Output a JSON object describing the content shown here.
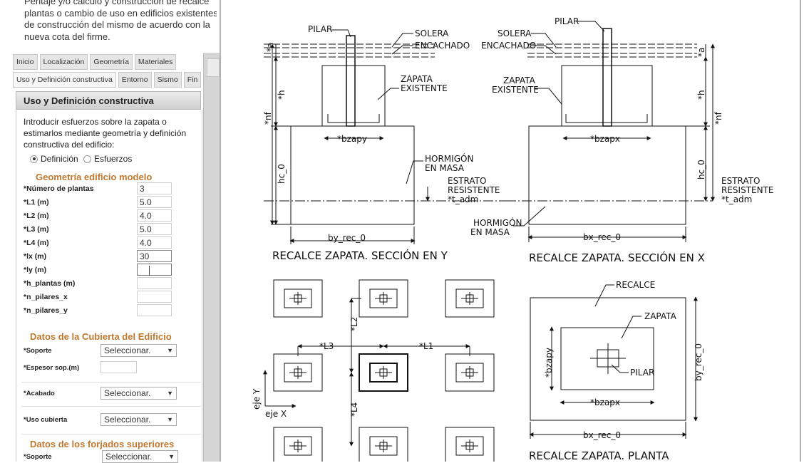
{
  "intro": {
    "lines": [
      "Peritaje y/o cálculo y construcción de recalce",
      "plantas o cambio de uso en edificios existentes",
      "de construcción del mismo de acuerdo con la",
      "nueva cota del firme."
    ]
  },
  "tabs": {
    "row1": [
      "Inicio",
      "Localización",
      "Geometría",
      "Materiales"
    ],
    "row2": [
      "Uso y Definición constructiva",
      "Entorno",
      "Sismo",
      "Fin"
    ]
  },
  "panel": {
    "title": "Uso y Definición constructiva",
    "description": "Introducir esfuerzos sobre la zapata o estimarlos mediante geometría y definición constructiva del edificio:",
    "radio_definicion": "Definición",
    "radio_esfuerzos": "Esfuerzos",
    "selected_mode": "Definición"
  },
  "geometria": {
    "title": "Geometría edificio modelo",
    "fields": [
      {
        "label": "*Número de plantas",
        "value": "3"
      },
      {
        "label": "*L1 (m)",
        "value": "5.0"
      },
      {
        "label": "*L2 (m)",
        "value": "4.0"
      },
      {
        "label": "*L3 (m)",
        "value": "5.0"
      },
      {
        "label": "*L4 (m)",
        "value": "4.0"
      },
      {
        "label": "*lx (m)",
        "value": "30"
      },
      {
        "label": "*ly (m)",
        "value": ""
      },
      {
        "label": "*h_plantas (m)",
        "value": ""
      },
      {
        "label": "*n_pilares_x",
        "value": ""
      },
      {
        "label": "*n_pilares_y",
        "value": ""
      }
    ]
  },
  "cubierta": {
    "title": "Datos de la Cubierta del Edificio",
    "soporte_label": "*Soporte",
    "soporte_value": "Seleccionar.",
    "espesor_label": "*Espesor sop.(m)",
    "espesor_value": "",
    "acabado_label": "*Acabado",
    "acabado_value": "Seleccionar.",
    "uso_label": "*Uso cubierta",
    "uso_value": "Seleccionar."
  },
  "forjados": {
    "title": "Datos de los forjados superiores",
    "soporte_label": "*Soporte",
    "soporte_value": "Seleccionar."
  },
  "drawing": {
    "title_y": "RECALCE ZAPATA. SECCIÓN EN Y",
    "title_x": "RECALCE ZAPATA. SECCIÓN EN X",
    "title_planta": "RECALCE ZAPATA. PLANTA",
    "pilar": "PILAR",
    "solera": "SOLERA",
    "encachado": "ENCACHADO",
    "zapata_existente_1": "ZAPATA",
    "zapata_existente_2": "EXISTENTE",
    "hormigon_1": "HORMIGÓN",
    "hormigon_2": "EN MASA",
    "estrato_1": "ESTRATO",
    "estrato_2": "RESISTENTE",
    "tadm": "*t_adm",
    "bzapy": "*bzapy",
    "bzapx": "*bzapx",
    "by_rec": "by_rec_0",
    "bx_rec": "bx_rec_0",
    "a": "*a",
    "h": "*h",
    "nf": "*nf",
    "hc": "hc_0",
    "recalce": "RECALCE",
    "zapata": "ZAPATA",
    "L1": "*L1",
    "L2": "*L2",
    "L3": "*L3",
    "L4": "*L4",
    "eje_x": "eje X",
    "eje_y": "eje Y"
  }
}
